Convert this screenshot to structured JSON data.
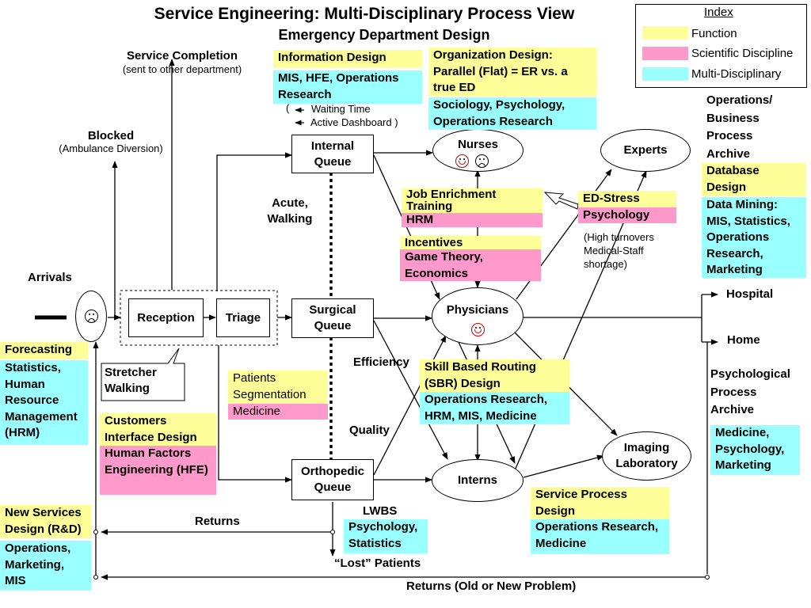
{
  "title": "Service Engineering: Multi-Disciplinary Process View",
  "subtitle": "Emergency Department Design",
  "index": {
    "heading": "Index",
    "items": [
      {
        "label": "Function",
        "color": "#ffff99"
      },
      {
        "label": "Scientific Discipline",
        "color": "#ff99cc"
      },
      {
        "label": "Multi-Disciplinary",
        "color": "#99ffff"
      }
    ]
  },
  "flow": {
    "service_completion": "Service Completion",
    "service_completion_note": "(sent to other department)",
    "blocked": "Blocked",
    "blocked_note": "(Ambulance Diversion)",
    "arrivals": "Arrivals",
    "reception": "Reception",
    "triage": "Triage",
    "internal_queue": "Internal Queue",
    "surgical_queue": "Surgical Queue",
    "orthopedic_queue": "Orthopedic Queue",
    "acute_walking": "Acute, Walking",
    "stretcher_walking": "Stretcher Walking",
    "nurses": "Nurses",
    "experts": "Experts",
    "physicians": "Physicians",
    "interns": "Interns",
    "imaging_lab": "Imaging Laboratory",
    "hospital": "Hospital",
    "home": "Home",
    "efficiency": "Efficiency",
    "quality": "Quality",
    "lwbs": "LWBS",
    "lost_patients": "“Lost” Patients",
    "returns": "Returns",
    "returns_old_new": "Returns (Old or New Problem)",
    "waiting_time": "Waiting Time",
    "active_dashboard": "Active Dashboard )",
    "paren_open": "(",
    "high_turnovers": "(High turnovers Medical-Staff shortage)"
  },
  "tags": {
    "information_design": "Information Design",
    "mis_hfe_or": "MIS, HFE, Operations Research",
    "organization_design": "Organization Design: Parallel (Flat)  =  ER vs. a true ED",
    "sociology": "Sociology, Psychology, Operations Research",
    "job_enrichment": "Job Enrichment Training",
    "hrm": "HRM",
    "incentives": "Incentives",
    "game_theory": "Game Theory, Economics",
    "ed_stress": "ED-Stress",
    "psychology": "Psychology",
    "forecasting": "Forecasting",
    "statistics_hrm": "Statistics, Human Resource Management (HRM)",
    "patients_segmentation": "Patients Segmentation",
    "medicine": "Medicine",
    "customers_interface": "Customers Interface Design",
    "hfe": "Human Factors Engineering (HFE)",
    "sbr": "Skill Based Routing (SBR) Design",
    "or_hrm_mis_med": "Operations Research, HRM, MIS, Medicine",
    "new_services": "New Services Design (R&D)",
    "ops_marketing_mis": "Operations, Marketing, MIS",
    "lwbs_psych": "Psychology, Statistics",
    "service_process": "Service Process Design",
    "or_medicine": "Operations Research, Medicine",
    "ops_archive": "Operations/ Business Process Archive",
    "database_design": "Database Design",
    "data_mining": "Data Mining: MIS, Statistics, Operations Research, Marketing",
    "psych_archive": "Psychological Process Archive",
    "med_psych_marketing": "Medicine, Psychology, Marketing"
  }
}
